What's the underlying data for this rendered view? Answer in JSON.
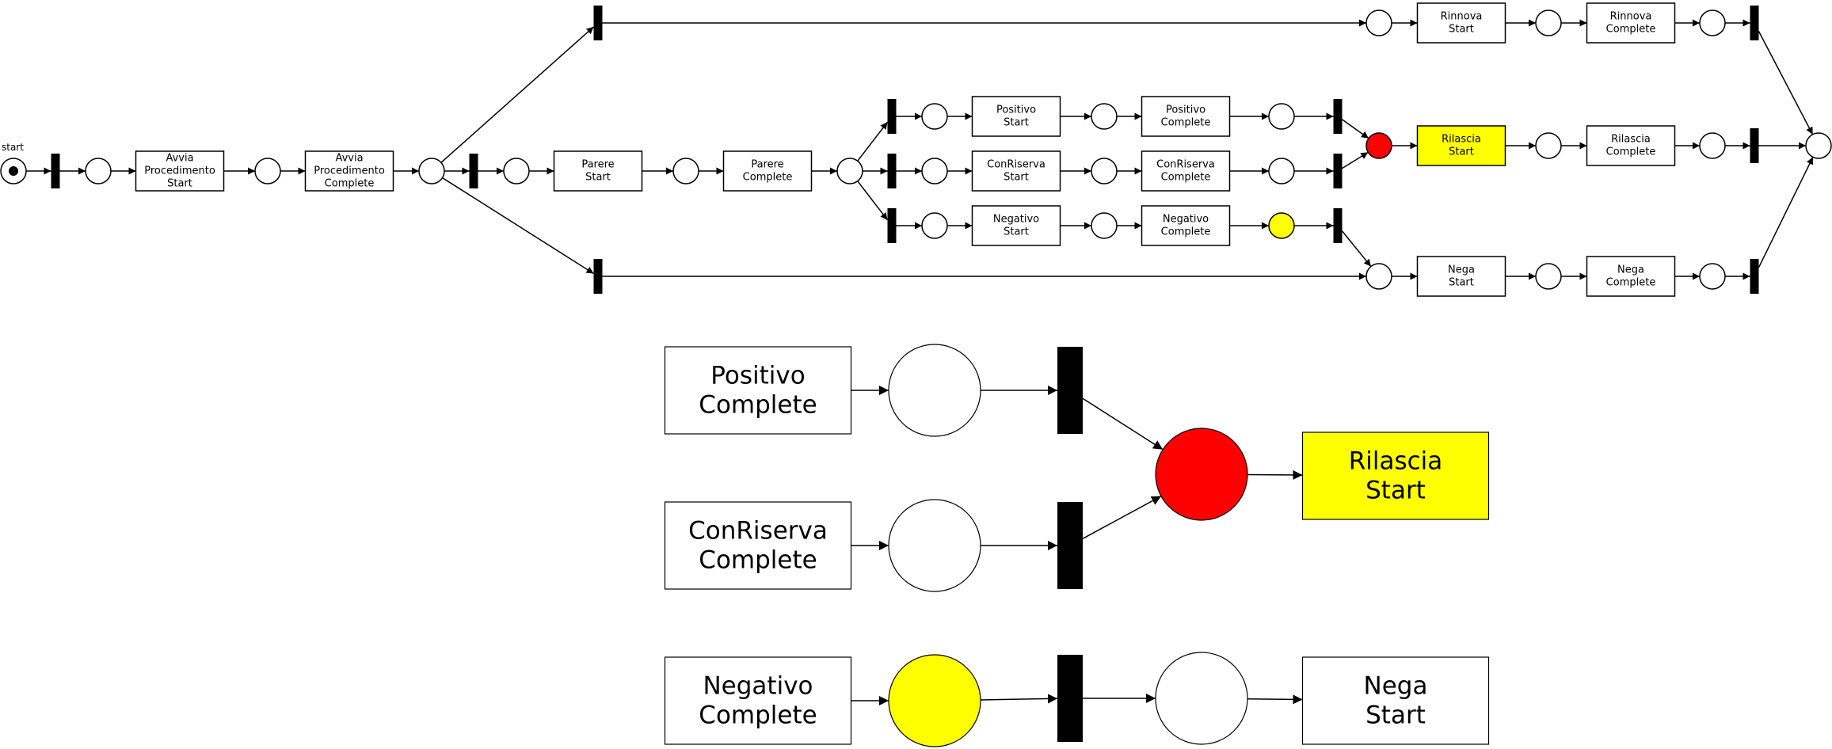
{
  "colors": {
    "red": "#ff0000",
    "yellow": "#ffff00",
    "white": "#ffffff",
    "black": "#000000"
  },
  "overview": {
    "start_label": "start",
    "activities": [
      {
        "id": "avvia_s",
        "lines": [
          "Avvia",
          "Procedimento",
          "Start"
        ],
        "fill": "white"
      },
      {
        "id": "avvia_c",
        "lines": [
          "Avvia",
          "Procedimento",
          "Complete"
        ],
        "fill": "white"
      },
      {
        "id": "parere_s",
        "lines": [
          "Parere",
          "Start"
        ],
        "fill": "white"
      },
      {
        "id": "parere_c",
        "lines": [
          "Parere",
          "Complete"
        ],
        "fill": "white"
      },
      {
        "id": "pos_s",
        "lines": [
          "Positivo",
          "Start"
        ],
        "fill": "white"
      },
      {
        "id": "pos_c",
        "lines": [
          "Positivo",
          "Complete"
        ],
        "fill": "white"
      },
      {
        "id": "con_s",
        "lines": [
          "ConRiserva",
          "Start"
        ],
        "fill": "white"
      },
      {
        "id": "con_c",
        "lines": [
          "ConRiserva",
          "Complete"
        ],
        "fill": "white"
      },
      {
        "id": "neg_s",
        "lines": [
          "Negativo",
          "Start"
        ],
        "fill": "white"
      },
      {
        "id": "neg_c",
        "lines": [
          "Negativo",
          "Complete"
        ],
        "fill": "white"
      },
      {
        "id": "rin_s",
        "lines": [
          "Rinnova",
          "Start"
        ],
        "fill": "white"
      },
      {
        "id": "rin_c",
        "lines": [
          "Rinnova",
          "Complete"
        ],
        "fill": "white"
      },
      {
        "id": "ril_s",
        "lines": [
          "Rilascia",
          "Start"
        ],
        "fill": "yellow"
      },
      {
        "id": "ril_c",
        "lines": [
          "Rilascia",
          "Complete"
        ],
        "fill": "white"
      },
      {
        "id": "nega_s",
        "lines": [
          "Nega",
          "Start"
        ],
        "fill": "white"
      },
      {
        "id": "nega_c",
        "lines": [
          "Nega",
          "Complete"
        ],
        "fill": "white"
      }
    ],
    "places": [
      {
        "id": "p_start",
        "fill": "white",
        "token": true
      },
      {
        "id": "p1",
        "fill": "white"
      },
      {
        "id": "p2",
        "fill": "white"
      },
      {
        "id": "p3",
        "fill": "white"
      },
      {
        "id": "p4",
        "fill": "white"
      },
      {
        "id": "p5",
        "fill": "white"
      },
      {
        "id": "p6",
        "fill": "white"
      },
      {
        "id": "p_pos1",
        "fill": "white"
      },
      {
        "id": "p_pos2",
        "fill": "white"
      },
      {
        "id": "p_pos3",
        "fill": "white"
      },
      {
        "id": "p_con1",
        "fill": "white"
      },
      {
        "id": "p_con2",
        "fill": "white"
      },
      {
        "id": "p_con3",
        "fill": "white"
      },
      {
        "id": "p_neg1",
        "fill": "white"
      },
      {
        "id": "p_neg2",
        "fill": "white"
      },
      {
        "id": "p_neg3",
        "fill": "yellow"
      },
      {
        "id": "p_rin0",
        "fill": "white"
      },
      {
        "id": "p_rin1",
        "fill": "white"
      },
      {
        "id": "p_rin2",
        "fill": "white"
      },
      {
        "id": "p_ril0",
        "fill": "red"
      },
      {
        "id": "p_ril1",
        "fill": "white"
      },
      {
        "id": "p_ril2",
        "fill": "white"
      },
      {
        "id": "p_nega0",
        "fill": "white"
      },
      {
        "id": "p_nega1",
        "fill": "white"
      },
      {
        "id": "p_nega2",
        "fill": "white"
      },
      {
        "id": "p_end",
        "fill": "white"
      }
    ]
  },
  "zoom": {
    "activities": [
      {
        "id": "z_pos_c",
        "lines": [
          "Positivo",
          "Complete"
        ],
        "fill": "white"
      },
      {
        "id": "z_con_c",
        "lines": [
          "ConRiserva",
          "Complete"
        ],
        "fill": "white"
      },
      {
        "id": "z_neg_c",
        "lines": [
          "Negativo",
          "Complete"
        ],
        "fill": "white"
      },
      {
        "id": "z_ril_s",
        "lines": [
          "Rilascia",
          "Start"
        ],
        "fill": "yellow"
      },
      {
        "id": "z_nega_s",
        "lines": [
          "Nega",
          "Start"
        ],
        "fill": "white"
      }
    ],
    "places": [
      {
        "id": "zp_pos",
        "fill": "white"
      },
      {
        "id": "zp_con",
        "fill": "white"
      },
      {
        "id": "zp_neg",
        "fill": "yellow"
      },
      {
        "id": "zp_red",
        "fill": "red"
      },
      {
        "id": "zp_nega",
        "fill": "white"
      }
    ]
  }
}
